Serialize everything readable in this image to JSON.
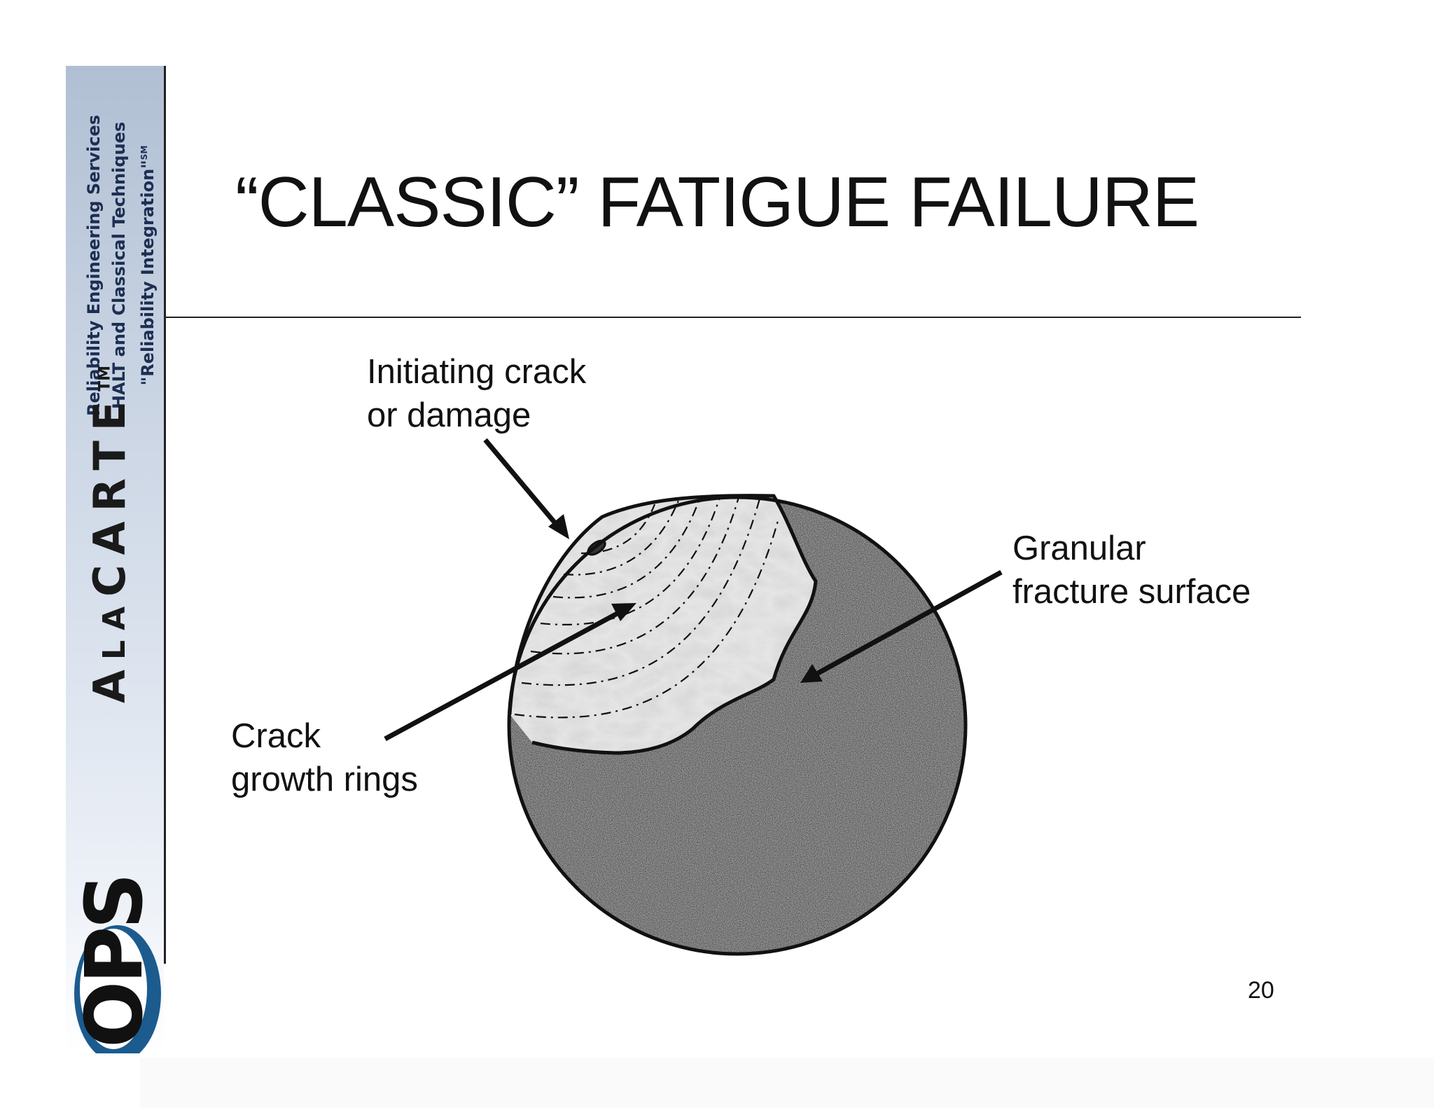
{
  "sidebar": {
    "tagline_line1": "Reliability Engineering Services",
    "tagline_line2": "HALT and Classical Techniques",
    "tagline_line3": "\"Reliability Integration\"",
    "tagline_mark": "SM",
    "brand_large": "A",
    "brand_small": "LA",
    "brand_rest": "CARTE",
    "brand_mark": "TM",
    "logo": "OPS"
  },
  "slide": {
    "title": "“CLASSIC” FATIGUE FAILURE",
    "page_number": "20"
  },
  "diagram": {
    "labels": {
      "initiating": "Initiating crack\nor damage",
      "granular": "Granular\nfracture surface",
      "growth": "Crack\ngrowth rings"
    },
    "colors": {
      "granular_fill": "#9a9a9a",
      "rings_fill": "#e6e6e6",
      "outline": "#111111"
    }
  }
}
